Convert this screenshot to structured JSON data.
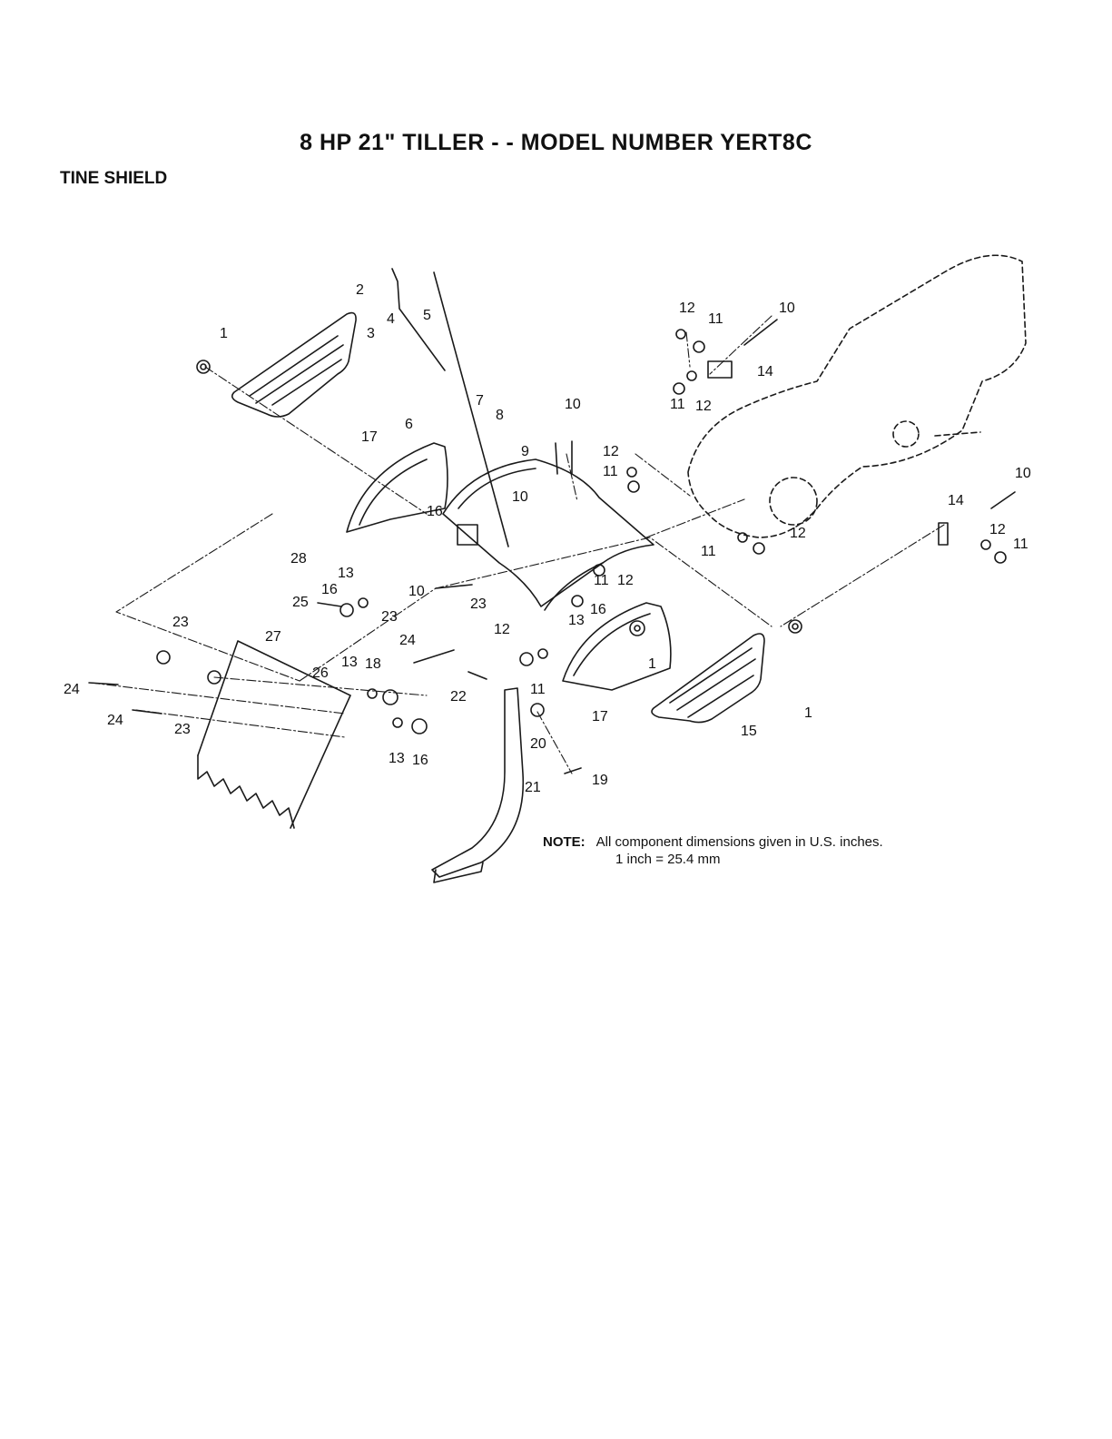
{
  "document": {
    "title": "8 HP 21\" TILLER - - MODEL NUMBER YERT8C",
    "section": "TINE SHIELD"
  },
  "note": {
    "label": "NOTE:",
    "line1": "All component dimensions given in U.S. inches.",
    "line2": "1 inch = 25.4 mm"
  },
  "callouts": [
    {
      "id": "c1a",
      "label": "1"
    },
    {
      "id": "c2",
      "label": "2"
    },
    {
      "id": "c3",
      "label": "3"
    },
    {
      "id": "c4",
      "label": "4"
    },
    {
      "id": "c5",
      "label": "5"
    },
    {
      "id": "c6",
      "label": "6"
    },
    {
      "id": "c7",
      "label": "7"
    },
    {
      "id": "c8",
      "label": "8"
    },
    {
      "id": "c9",
      "label": "9"
    },
    {
      "id": "c10a",
      "label": "10"
    },
    {
      "id": "c10b",
      "label": "10"
    },
    {
      "id": "c10c",
      "label": "10"
    },
    {
      "id": "c10d",
      "label": "10"
    },
    {
      "id": "c10e",
      "label": "10"
    },
    {
      "id": "c12a",
      "label": "12"
    },
    {
      "id": "c11a",
      "label": "11"
    },
    {
      "id": "c14a",
      "label": "14"
    },
    {
      "id": "c11b",
      "label": "11"
    },
    {
      "id": "c12b",
      "label": "12"
    },
    {
      "id": "c12c",
      "label": "12"
    },
    {
      "id": "c11c",
      "label": "11"
    },
    {
      "id": "c17a",
      "label": "17"
    },
    {
      "id": "c16a",
      "label": "16"
    },
    {
      "id": "c14b",
      "label": "14"
    },
    {
      "id": "c12d",
      "label": "12"
    },
    {
      "id": "c11d",
      "label": "11"
    },
    {
      "id": "c12e",
      "label": "12"
    },
    {
      "id": "c11e",
      "label": "11"
    },
    {
      "id": "c28",
      "label": "28"
    },
    {
      "id": "c13a",
      "label": "13"
    },
    {
      "id": "c16b",
      "label": "16"
    },
    {
      "id": "c25",
      "label": "25"
    },
    {
      "id": "c23a",
      "label": "23"
    },
    {
      "id": "c23b",
      "label": "23"
    },
    {
      "id": "c11f",
      "label": "11"
    },
    {
      "id": "c12f",
      "label": "12"
    },
    {
      "id": "c13b",
      "label": "13"
    },
    {
      "id": "c16c",
      "label": "16"
    },
    {
      "id": "c23c",
      "label": "23"
    },
    {
      "id": "c24a",
      "label": "24"
    },
    {
      "id": "c12g",
      "label": "12"
    },
    {
      "id": "c1b",
      "label": "1"
    },
    {
      "id": "c27",
      "label": "27"
    },
    {
      "id": "c24b",
      "label": "24"
    },
    {
      "id": "c24c",
      "label": "24"
    },
    {
      "id": "c23d",
      "label": "23"
    },
    {
      "id": "c26",
      "label": "26"
    },
    {
      "id": "c13c",
      "label": "13"
    },
    {
      "id": "c18",
      "label": "18"
    },
    {
      "id": "c22",
      "label": "22"
    },
    {
      "id": "c11g",
      "label": "11"
    },
    {
      "id": "c17b",
      "label": "17"
    },
    {
      "id": "c15",
      "label": "15"
    },
    {
      "id": "c1c",
      "label": "1"
    },
    {
      "id": "c13d",
      "label": "13"
    },
    {
      "id": "c16d",
      "label": "16"
    },
    {
      "id": "c20",
      "label": "20"
    },
    {
      "id": "c19",
      "label": "19"
    },
    {
      "id": "c21",
      "label": "21"
    }
  ]
}
